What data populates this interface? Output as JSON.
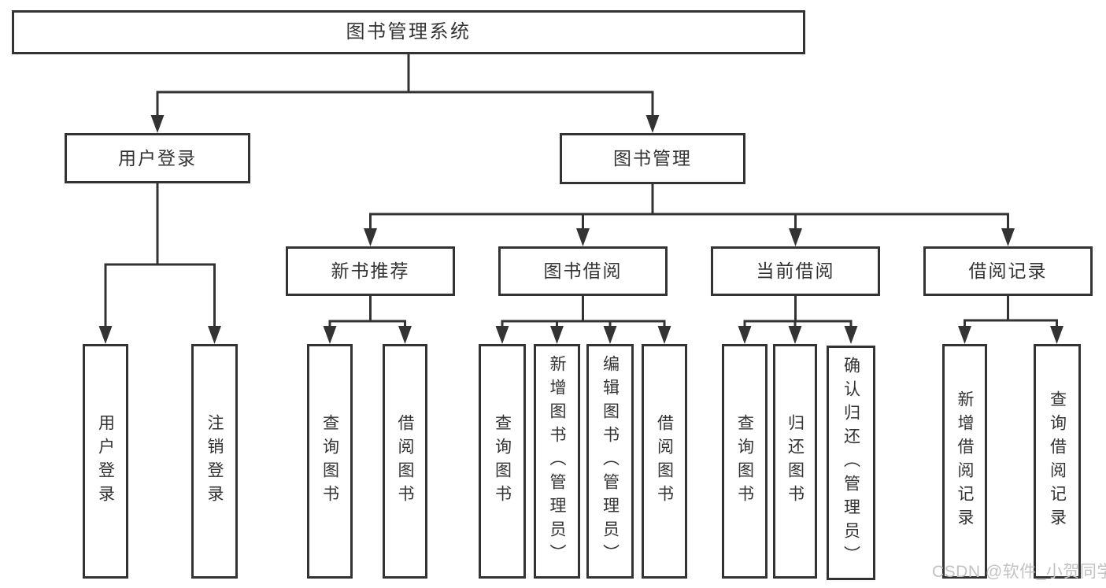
{
  "diagram": {
    "root": {
      "label": "图书管理系统"
    },
    "level2": [
      {
        "label": "用户登录",
        "children": [
          {
            "label": "用户登录"
          },
          {
            "label": "注销登录"
          }
        ]
      },
      {
        "label": "图书管理"
      }
    ],
    "level3": [
      {
        "label": "新书推荐",
        "children": [
          {
            "label": "查询图书"
          },
          {
            "label": "借阅图书"
          }
        ]
      },
      {
        "label": "图书借阅",
        "children": [
          {
            "label": "查询图书"
          },
          {
            "label": "新增图书（管理员）"
          },
          {
            "label": "编辑图书（管理员）"
          },
          {
            "label": "借阅图书"
          }
        ]
      },
      {
        "label": "当前借阅",
        "children": [
          {
            "label": "查询图书"
          },
          {
            "label": "归还图书"
          },
          {
            "label": "确认归还（管理员）"
          }
        ]
      },
      {
        "label": "借阅记录",
        "children": [
          {
            "label": "新增借阅记录"
          },
          {
            "label": "查询借阅记录"
          }
        ]
      }
    ],
    "watermark": {
      "text": "CSDN @软件_小贺同学"
    },
    "colors": {
      "line": "#333333",
      "box_background": "#ffffff",
      "text": "#333333",
      "watermark": "#c2c2c2"
    }
  }
}
